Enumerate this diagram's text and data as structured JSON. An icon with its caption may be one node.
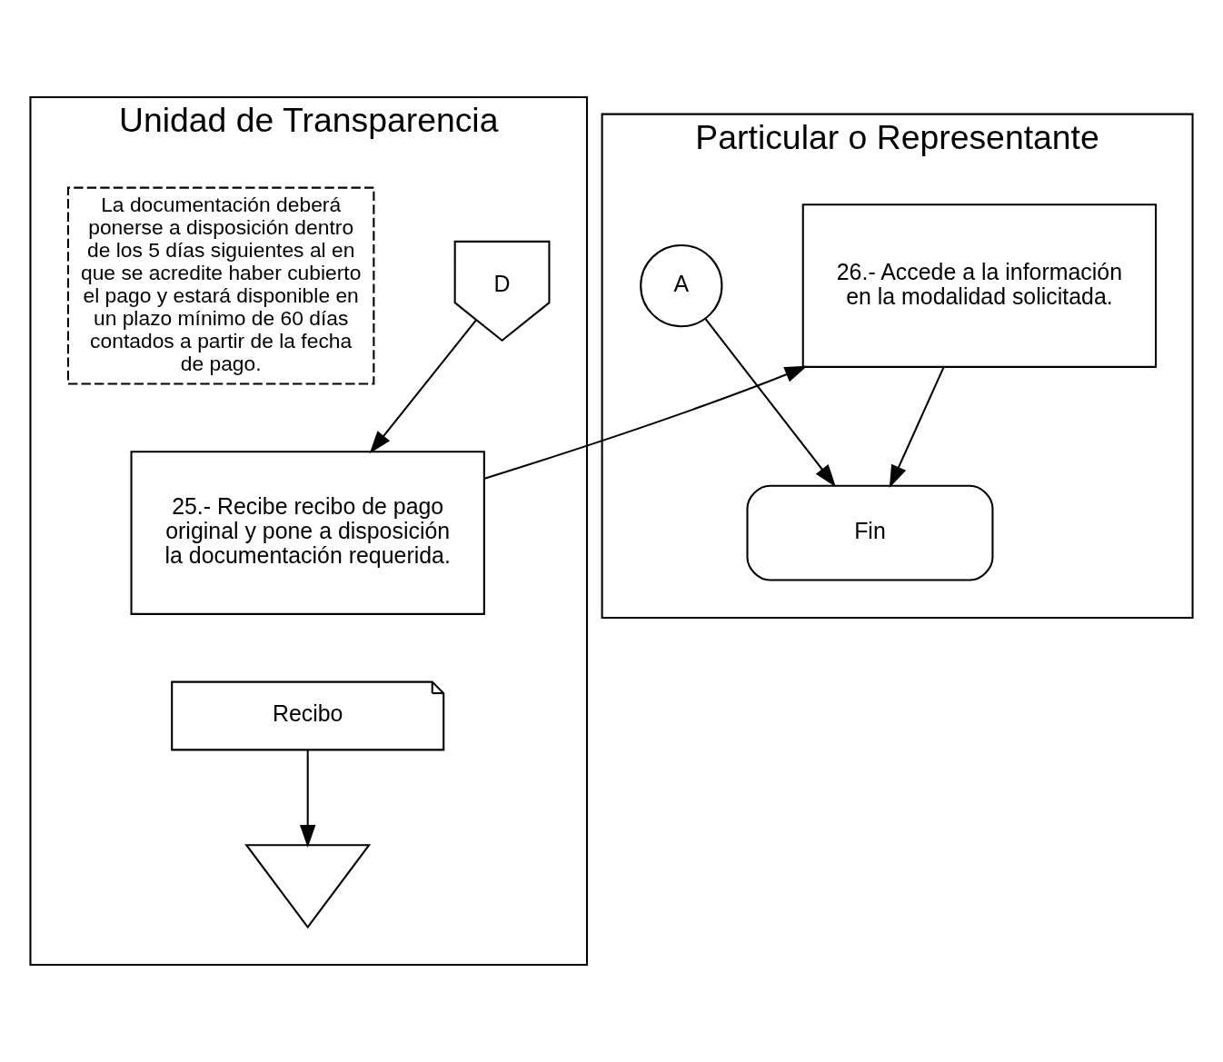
{
  "diagram": {
    "nodes": [
      {
        "text": [
          "Unidad de Transparencia"
        ]
      },
      {
        "text": [
          "Particular o Representante"
        ]
      },
      {
        "text": [
          "D"
        ],
        "in": 0
      },
      {
        "text": [
          "La documentación deberá ponerse a disposición dentro de los 5 días siguientes al en que se acredite haber cubierto el pago y estará disponible en un plazo mínimo de 60 días contados a partir de la fecha de pago."
        ],
        "in": 0
      },
      {
        "text": [
          "25.- Recibe recibo de pago original y pone a disposición la documentación requerida."
        ],
        "in": 0
      },
      {
        "text": [
          "Recibo"
        ],
        "in": 0
      },
      {
        "text": [],
        "shape": "triangle",
        "in": 0
      },
      {
        "text": [
          "26.- Accede a la información en la modalidad solicitada."
        ],
        "in": 1
      },
      {
        "text": [
          "A"
        ],
        "in": 1
      },
      {
        "text": [
          "Fin"
        ],
        "in": 1
      }
    ],
    "edges": [
      {
        "from": 2,
        "to": 4,
        "arrow": "to"
      },
      {
        "from": 4,
        "to": 7,
        "arrow": "to"
      },
      {
        "from": 5,
        "to": 6,
        "arrow": "to"
      },
      {
        "from": 8,
        "to": 9,
        "arrow": "to"
      },
      {
        "from": 7,
        "to": 9,
        "arrow": "to"
      }
    ]
  }
}
